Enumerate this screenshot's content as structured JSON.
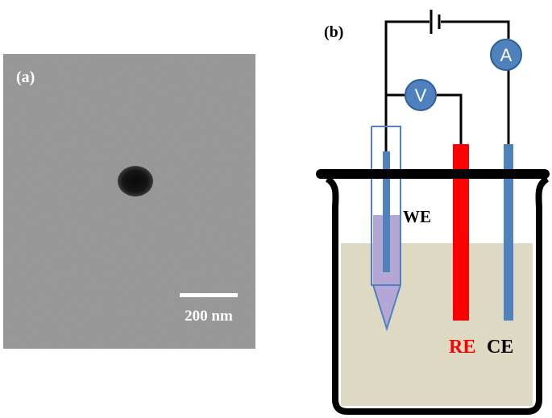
{
  "panel_a": {
    "label": "(a)",
    "scale_bar_label": "200 nm"
  },
  "panel_b": {
    "label": "(b)",
    "voltmeter_label": "V",
    "ammeter_label": "A",
    "working_electrode_label": "WE",
    "reference_electrode_label": "RE",
    "counter_electrode_label": "CE"
  },
  "colors": {
    "sem_background": "#8a8a8a",
    "particle": "#101010",
    "meter_fill": "#4f81bd",
    "meter_stroke": "#2f5f96",
    "working_electrode": "#4f81bd",
    "reference_electrode": "#ff0000",
    "counter_electrode": "#4f81bd",
    "electrolyte": "#ddd9c3",
    "beaker": "#000000",
    "wire": "#000000",
    "reference_label": "#ff0000",
    "capillary_fill": "#b4a7d6"
  },
  "icons": {
    "battery": "battery-symbol",
    "voltmeter": "voltmeter-circle",
    "ammeter": "ammeter-circle"
  }
}
